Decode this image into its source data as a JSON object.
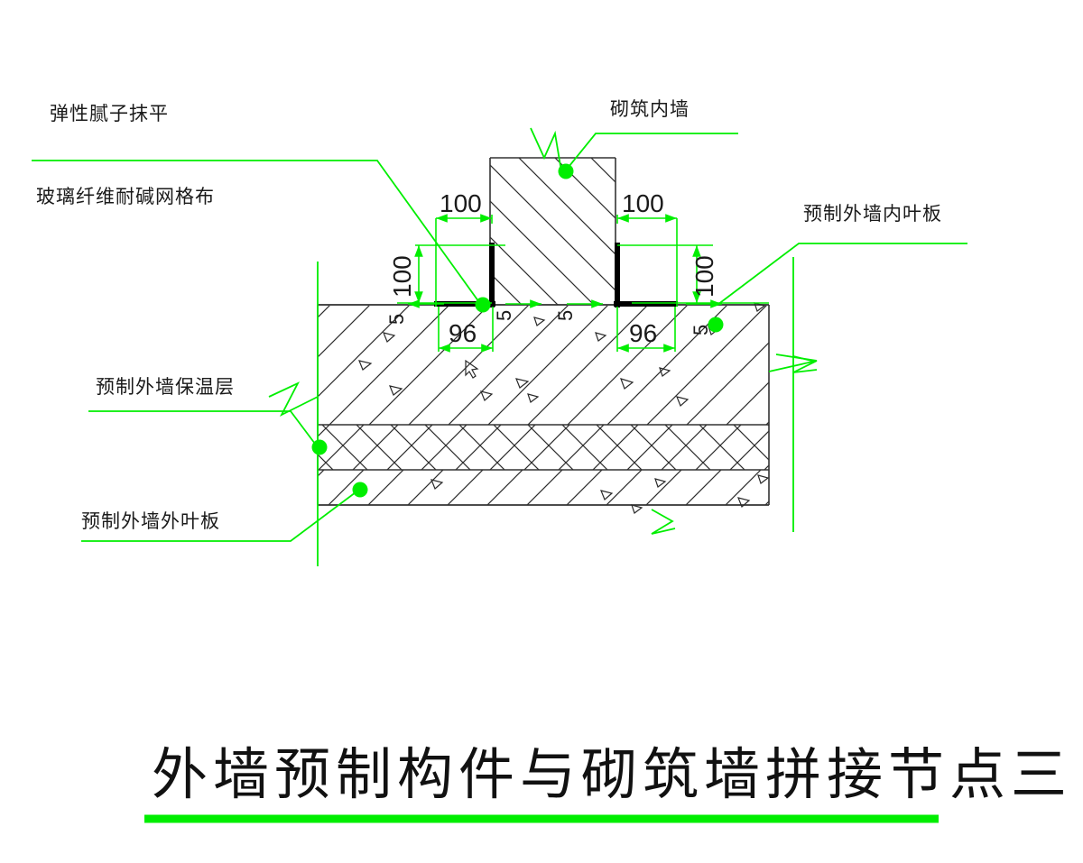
{
  "drawing": {
    "title": "外墙预制构件与砌筑墙拼接节点三",
    "accent_color": "#00ee00",
    "line_color": "#333333",
    "heavy_color": "#000000",
    "background": "#ffffff"
  },
  "labels": {
    "elastic_putty": "弹性腻子抹平",
    "fiberglass_mesh": "玻璃纤维耐碱网格布",
    "masonry_inner_wall": "砌筑内墙",
    "precast_inner_leaf": "预制外墙内叶板",
    "precast_insulation": "预制外墙保温层",
    "precast_outer_leaf": "预制外墙外叶板"
  },
  "dimensions": {
    "left_top_100": "100",
    "right_top_100": "100",
    "left_bottom_96": "96",
    "right_bottom_96": "96",
    "left_vertical_100": "100",
    "right_vertical_100": "100",
    "left_vertical_5": "5",
    "right_vertical_5": "5",
    "mid_left_5": "5",
    "mid_right_5": "5"
  }
}
